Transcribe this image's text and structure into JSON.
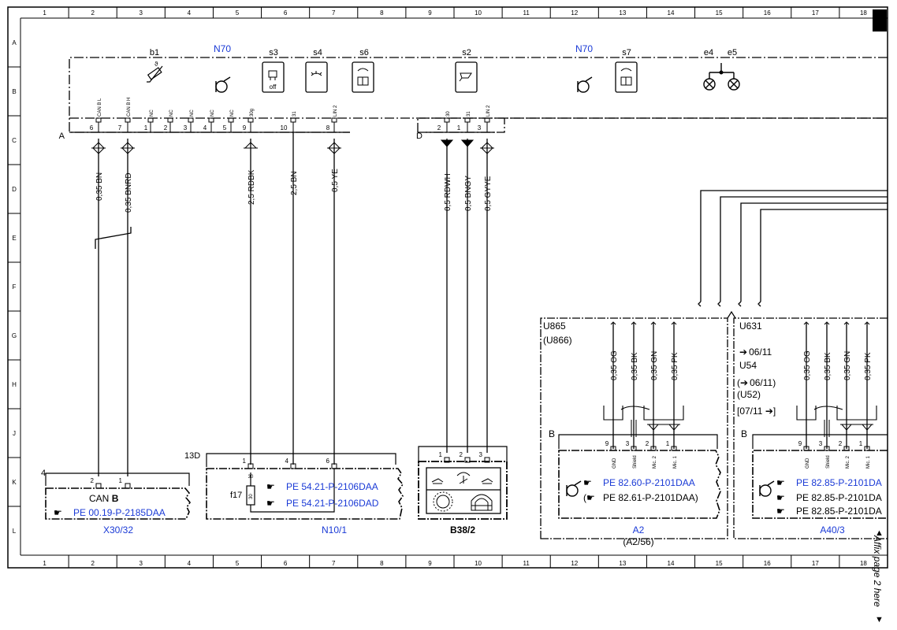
{
  "frame": {
    "cols": [
      "1",
      "2",
      "3",
      "4",
      "5",
      "6",
      "7",
      "8",
      "9",
      "10",
      "11",
      "12",
      "13",
      "14",
      "15",
      "16",
      "17",
      "18"
    ],
    "rows": [
      "A",
      "B",
      "C",
      "D",
      "E",
      "F",
      "G",
      "H",
      "J",
      "K",
      "L"
    ]
  },
  "top_module": {
    "name_left": "N70",
    "name_right": "N70",
    "components": [
      "b1",
      "s3",
      "s4",
      "s6",
      "s2",
      "s7",
      "e4",
      "e5"
    ],
    "switch_off_label": "off",
    "connector_A": "A",
    "connector_D": "D",
    "pin_labels_A": [
      "CAN B L",
      "CAN B H",
      "NC",
      "NC",
      "NC",
      "NC",
      "NC",
      "30g",
      "31",
      "LIN 2"
    ],
    "pin_numbers_A": [
      "6",
      "7",
      "1",
      "2",
      "3",
      "4",
      "5",
      "9",
      "10",
      "8"
    ],
    "pin_labels_D": [
      "30",
      "31",
      "LIN 2"
    ],
    "pin_numbers_D": [
      "2",
      "1",
      "3"
    ]
  },
  "wires": {
    "w1": "0,35 BN",
    "w2": "0,35 BNRD",
    "w3": "2,5 RDBK",
    "w4": "2,5 BN",
    "w5": "0,5 YE",
    "w6": "0,5 RDWH",
    "w7": "0,5 BNGY",
    "w8": "0,5 GYYE"
  },
  "x30": {
    "ref": "4",
    "pins": [
      "2",
      "1"
    ],
    "title": "CAN",
    "title_bold": "B",
    "doc": "PE 00.19-P-2185DAA",
    "name": "X30/32"
  },
  "n10": {
    "ref": "13D",
    "pins": [
      "1",
      "4",
      "6"
    ],
    "fuse": "f17",
    "fuse_pins": [
      "30",
      "30"
    ],
    "doc1": "PE 54.21-P-2106DAA",
    "doc2": "PE 54.21-P-2106DAD",
    "name": "N10/1"
  },
  "b38": {
    "pins": [
      "1",
      "2",
      "3"
    ],
    "name": "B38/2"
  },
  "a2": {
    "ref1": "U865",
    "ref2": "(U866)",
    "wires": [
      "0,35 OG",
      "0,35 BK",
      "0,35 GN",
      "0,35 PK"
    ],
    "connector": "B",
    "pin_numbers": [
      "9",
      "3",
      "2",
      "1"
    ],
    "pin_labels": [
      "GND",
      "Shield",
      "Mic. 2",
      "Mic. 1"
    ],
    "doc1": "PE 82.60-P-2101DAA",
    "doc2": "PE 82.61-P-2101DAA)",
    "doc2_prefix": "(",
    "name": "A2",
    "alt": "(A2/56)"
  },
  "a40": {
    "ref1": "U631",
    "date1": "06/11",
    "ref2": "U54",
    "date2": "06/11)",
    "date2_prefix": "(",
    "ref3": "(U52)",
    "date3": "[07/11",
    "date3_suffix": "]",
    "wires": [
      "0,35 OG",
      "0,35 BK",
      "0,35 GN",
      "0,35 PK"
    ],
    "connector": "B",
    "pin_numbers": [
      "9",
      "3",
      "2",
      "1"
    ],
    "pin_labels": [
      "GND",
      "Shield",
      "Mic. 2",
      "Mic. 1"
    ],
    "doc1": "PE 82.85-P-2101DA",
    "doc2": "PE 82.85-P-2101DA",
    "doc3": "PE 82.85-P-2101DA",
    "name": "A40/3"
  },
  "side_note": "Affix page 2 here",
  "colors": {
    "ink": "#000000",
    "link": "#1a3ad6"
  }
}
